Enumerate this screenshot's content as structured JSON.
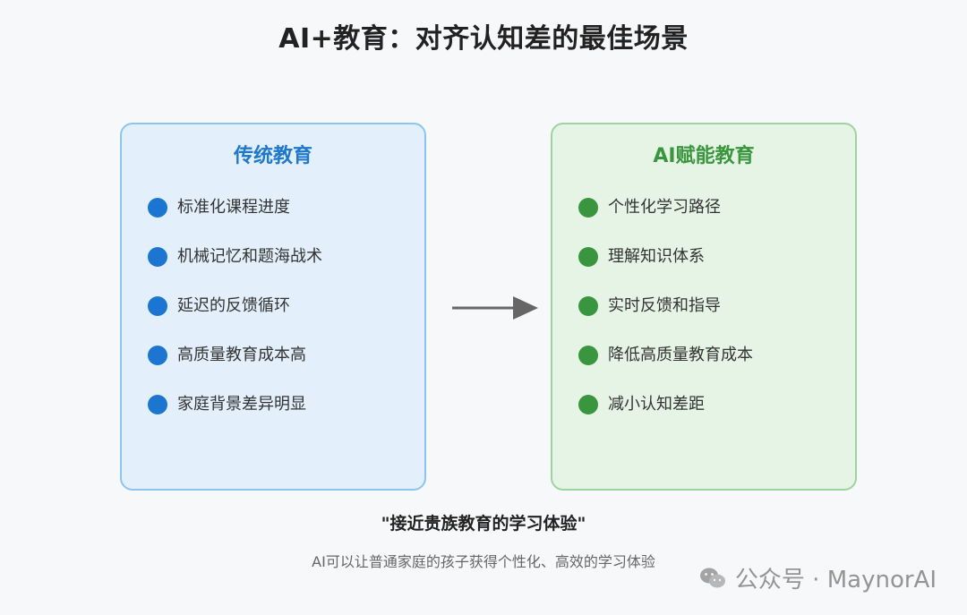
{
  "title": "AI+教育：对齐认知差的最佳场景",
  "left_panel": {
    "title": "传统教育",
    "items": [
      "标准化课程进度",
      "机械记忆和题海战术",
      "延迟的反馈循环",
      "高质量教育成本高",
      "家庭背景差异明显"
    ]
  },
  "right_panel": {
    "title": "AI赋能教育",
    "items": [
      "个性化学习路径",
      "理解知识体系",
      "实时反馈和指导",
      "降低高质量教育成本",
      "减小认知差距"
    ]
  },
  "quote": "\"接近贵族教育的学习体验\"",
  "subtitle": "AI可以让普通家庭的孩子获得个性化、高效的学习体验",
  "watermark": "公众号 · MaynorAI",
  "colors": {
    "left_accent": "#1c76d1",
    "left_bg": "#e3f0fb",
    "left_border": "#8cc4f0",
    "right_accent": "#3a963e",
    "right_bg": "#e6f4e6",
    "right_border": "#9ed39f",
    "arrow": "#666666"
  }
}
